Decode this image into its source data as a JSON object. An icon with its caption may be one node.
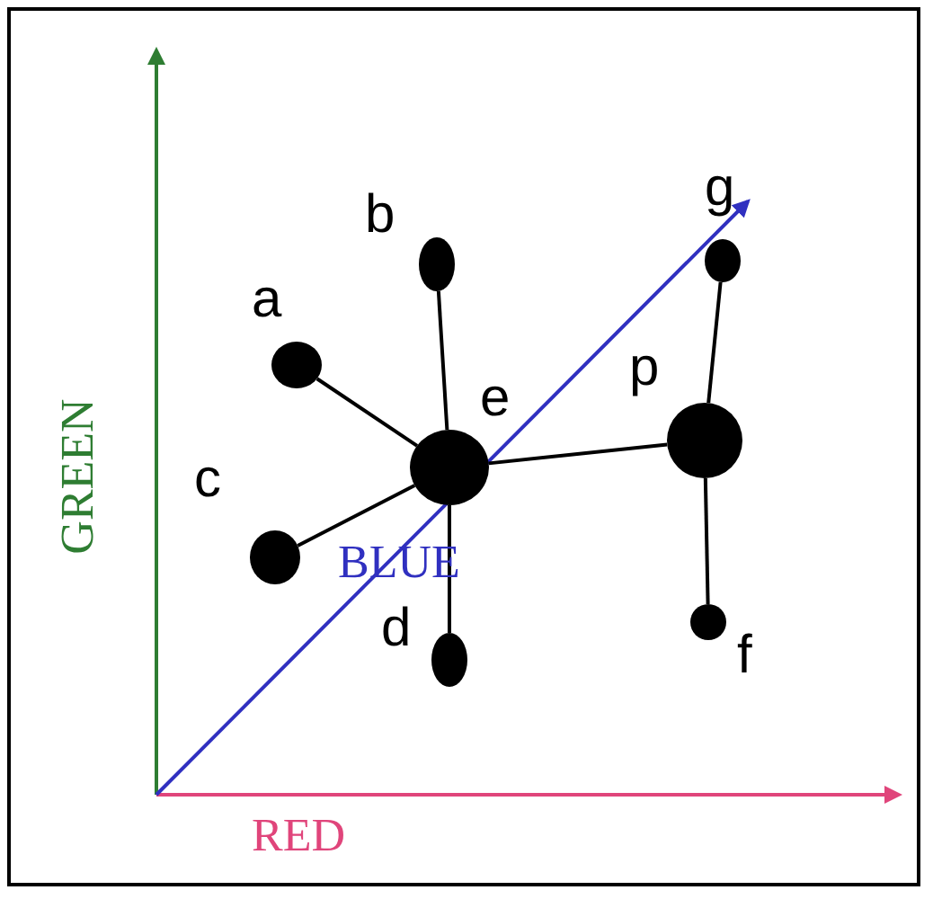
{
  "diagram": {
    "nodes": [
      {
        "text": [],
        "shape": "circle",
        "beside": [
          "a"
        ]
      },
      {
        "text": [],
        "shape": "circle",
        "beside": [
          "b"
        ]
      },
      {
        "text": [],
        "shape": "circle",
        "beside": [
          "c"
        ]
      },
      {
        "text": [],
        "shape": "circle",
        "beside": [
          "d"
        ]
      },
      {
        "text": [],
        "shape": "circle",
        "beside": [
          "e"
        ]
      },
      {
        "text": [],
        "shape": "circle",
        "beside": [
          "p"
        ]
      },
      {
        "text": [],
        "shape": "circle",
        "beside": [
          "g"
        ]
      },
      {
        "text": [],
        "shape": "circle",
        "beside": [
          "f"
        ]
      }
    ],
    "edges": [
      {
        "from": 0,
        "to": 4,
        "arrow": "none"
      },
      {
        "from": 1,
        "to": 4,
        "arrow": "none"
      },
      {
        "from": 2,
        "to": 4,
        "arrow": "none"
      },
      {
        "from": 3,
        "to": 4,
        "arrow": "none"
      },
      {
        "from": 4,
        "to": 5,
        "arrow": "none"
      },
      {
        "from": 5,
        "to": 6,
        "arrow": "none"
      },
      {
        "from": 5,
        "to": 7,
        "arrow": "none"
      }
    ],
    "labels": [
      "GREEN",
      "BLUE",
      "RED"
    ]
  }
}
